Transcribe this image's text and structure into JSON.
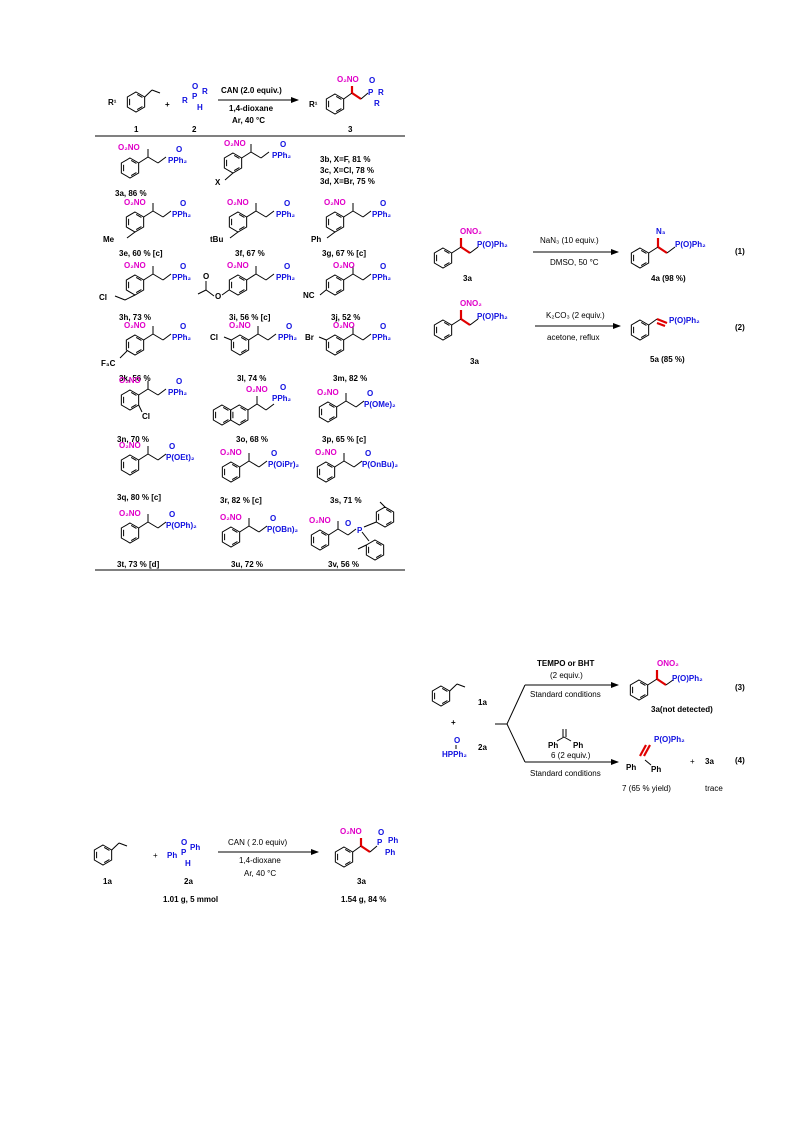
{
  "scope": {
    "cond1": "CAN  (2.0 equiv.)",
    "cond2": "1,4-dioxane",
    "cond3": "Ar, 40 °C",
    "label1": "1",
    "label2": "2",
    "label3": "3",
    "r1": "R¹",
    "r": "R",
    "p": "P",
    "h": "H",
    "o": "O",
    "plus": "+",
    "o2no": "O₂NO",
    "entries": [
      {
        "id": "3a",
        "text": "3a, 86 %",
        "sub": "",
        "p": "PPh₂"
      },
      {
        "id": "3b",
        "text": "3b, X=F,      81 %",
        "p": "PPh₂",
        "sub": "X"
      },
      {
        "id": "3c",
        "text": "3c, X=Cl,     78 %"
      },
      {
        "id": "3d",
        "text": "3d, X=Br,     75 %"
      },
      {
        "id": "3e",
        "text": "3e, 60 % [c]",
        "sub": "Me"
      },
      {
        "id": "3f",
        "text": "3f, 67 %",
        "sub": "tBu"
      },
      {
        "id": "3g",
        "text": "3g, 67 % [c]",
        "sub": "Ph"
      },
      {
        "id": "3h",
        "text": "3h, 73 %",
        "sub": "Cl"
      },
      {
        "id": "3i",
        "text": "3i, 56 % [c]",
        "sub": "O"
      },
      {
        "id": "3j",
        "text": "3j, 52 %",
        "sub": "NC"
      },
      {
        "id": "3k",
        "text": "3k, 56 %",
        "sub": "F₃C"
      },
      {
        "id": "3l",
        "text": "3l, 74 %",
        "sub": "Cl"
      },
      {
        "id": "3m",
        "text": "3m, 82 %",
        "sub": "Br"
      },
      {
        "id": "3n",
        "text": "3n, 70 %",
        "sub": "Cl"
      },
      {
        "id": "3o",
        "text": "3o, 68 %"
      },
      {
        "id": "3p",
        "text": "3p, 65 % [c]",
        "p": "P(OMe)₂"
      },
      {
        "id": "3q",
        "text": "3q, 80 % [c]",
        "p": "P(OEt)₂"
      },
      {
        "id": "3r",
        "text": "3r, 82 % [c]",
        "p": "P(OiPr)₂"
      },
      {
        "id": "3s",
        "text": "3s, 71 %",
        "p": "P(OnBu)₂"
      },
      {
        "id": "3t",
        "text": "3t, 73 % [d]",
        "p": "P(OPh)₂"
      },
      {
        "id": "3u",
        "text": "3u, 72 %",
        "p": "P(OBn)₂"
      },
      {
        "id": "3v",
        "text": "3v, 56 %",
        "p": "P"
      }
    ],
    "pph2": "PPh₂"
  },
  "eq1": {
    "reagent": "NaN₃ (10 equiv.)",
    "cond": "DMSO, 50 °C",
    "start": "3a",
    "product": "4a  (98 %)",
    "num": "(1)",
    "sub": "ONO₂",
    "pgroup": "P(O)Ph₂",
    "n3": "N₃"
  },
  "eq2": {
    "reagent": "K₂CO₃ (2 equiv.)",
    "cond": "acetone, reflux",
    "start": "3a",
    "product": "5a  (85 %)",
    "num": "(2)",
    "sub": "ONO₂",
    "pgroup": "P(O)Ph₂"
  },
  "mech": {
    "top_reagent": "TEMPO or BHT",
    "top_equiv": "(2 equiv.)",
    "top_cond": "Standard conditions",
    "top_product": "3a(not detected)",
    "num3": "(3)",
    "ono2": "ONO₂",
    "pgroup": "P(O)Ph₂",
    "bot_reagent_ph1": "Ph",
    "bot_reagent_ph2": "Ph",
    "bot_reagent": "6 (2 equiv.)",
    "bot_cond": "Standard conditions",
    "bot_product": "7  (65 % yield)",
    "bot_plus": "+",
    "bot_3a": "3a",
    "bot_trace": "trace",
    "num4": "(4)",
    "ph_a": "Ph",
    "ph_b": "Ph",
    "label1a": "1a",
    "label2a": "2a",
    "plus": "+",
    "o": "O",
    "hpph2": "HPPh₂"
  },
  "scale": {
    "cond1": "CAN ( 2.0 equiv)",
    "cond2": "1,4-dioxane",
    "cond3": "Ar, 40 °C",
    "l1a": "1a",
    "l2a": "2a",
    "l3a": "3a",
    "plus": "+",
    "amount2a": "1.01 g, 5 mmol",
    "amount3a": "1.54 g, 84 %",
    "ph": "Ph",
    "p": "P",
    "h": "H",
    "o": "O",
    "o2no": "O₂NO"
  }
}
